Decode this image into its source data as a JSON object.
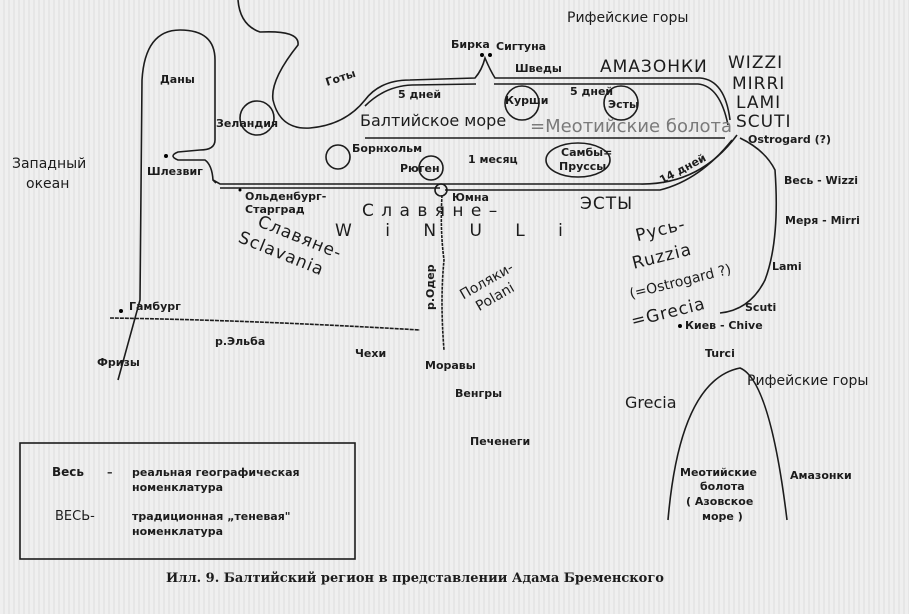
{
  "title": "Балтийский регион в представлении Адама Бременского",
  "caption": "Илл. 9. Балтийский регион в представлении Адама Бременского",
  "labels": {
    "riphean_top": "Рифейские горы",
    "danes": "Даны",
    "goths": "Готы",
    "birka": "Бирка",
    "sigtuna": "Сигтуна",
    "swedes": "Шведы",
    "amazons_caps": "АМАЗОНКИ",
    "wizzi": "WIZZI",
    "mirri": "MIRRI",
    "lami": "LAMI",
    "scuti": "SCUTI",
    "days5_a": "5 дней",
    "days5_b": "5 дней",
    "curonians": "Курши",
    "estonians_island": "Эсты",
    "zealand": "Зеландия",
    "baltic_sea": "Балтийское море",
    "maeotian": "=Меотийские болота",
    "ostrogard": "Ostrogard (?)",
    "bornholm": "Борнхольм",
    "schleswig": "Шлезвиг",
    "western_ocean_1": "Западный",
    "western_ocean_2": "океан",
    "rugen": "Рюген",
    "month1": "1 месяц",
    "sambians_1": "Самбы=",
    "sambians_2": "Пруссы",
    "days14": "14 дней",
    "oldenburg_1": "Ольденбург-",
    "oldenburg_2": "Старград",
    "slavs": "С л а в я н е –",
    "winuli": "W i N U L i",
    "jumne": "Юмна",
    "estonians_caps": "ЭСТЫ",
    "rus_1": "Русь-",
    "rus_2": "Ruzzia",
    "rus_3": "(=Ostrogard ?)",
    "rus_4": "=Grecia",
    "ves_wizzi": "Весь - Wizzi",
    "merya_mirri": "Меря - Mirri",
    "lami_small": "Lami",
    "scuti_small": "Scuti",
    "kiev": "Киев - Chive",
    "turci": "Turci",
    "sclavania_1": "Славяне-",
    "sclavania_2": "Sclavania",
    "oder": "р.Одер",
    "poles_1": "Поляки-",
    "poles_2": "Polani",
    "hamburg": "Гамбург",
    "elbe": "р.Эльба",
    "czechs": "Чехи",
    "frisians": "Фризы",
    "moravians": "Моравы",
    "hungarians": "Венгры",
    "pechenegs": "Печенеги",
    "riphean_bottom": "Рифейские горы",
    "grecia": "Grecia",
    "azov_1": "Меотийские",
    "azov_2": "болота",
    "azov_3": "( Азовское",
    "azov_4": "море )",
    "amazons": "Амазонки"
  },
  "legend": {
    "row1_term": "Весь",
    "row1_dash": "–",
    "row1_desc_1": "реальная географическая",
    "row1_desc_2": "номенклатура",
    "row2_term": "ВЕСЬ-",
    "row2_desc_1": "традиционная „теневая\"",
    "row2_desc_2": "номенклатура"
  }
}
